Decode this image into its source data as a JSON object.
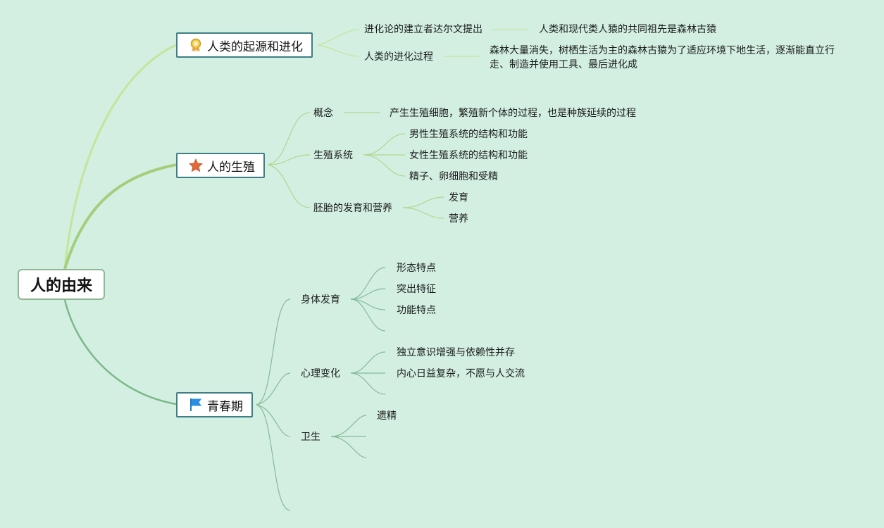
{
  "root": {
    "label": "人的由来"
  },
  "branches": {
    "origin": {
      "label": "人类的起源和进化",
      "icon": "award-medal-icon",
      "topic1": {
        "label": "进化论的建立者达尔文提出",
        "detail": "人类和现代类人猿的共同祖先是森林古猿"
      },
      "topic2": {
        "label": "人类的进化过程",
        "detail": "森林大量消失，树栖生活为主的森林古猿为了适应环境下地生活，逐渐能直立行走、制造并使用工具、最后进化成"
      }
    },
    "reproduction": {
      "label": "人的生殖",
      "icon": "star-icon",
      "concept": {
        "label": "概念",
        "detail": "产生生殖细胞，繁殖新个体的过程，也是种族延续的过程"
      },
      "system": {
        "label": "生殖系统",
        "items": [
          "男性生殖系统的结构和功能",
          "女性生殖系统的结构和功能",
          "精子、卵细胞和受精"
        ]
      },
      "embryo": {
        "label": "胚胎的发育和营养",
        "items": [
          "发育",
          "营养"
        ]
      }
    },
    "puberty": {
      "label": "青春期",
      "icon": "flag-icon",
      "body": {
        "label": "身体发育",
        "items": [
          "形态特点",
          "突出特征",
          "功能特点"
        ]
      },
      "mind": {
        "label": "心理变化",
        "items": [
          "独立意识增强与依赖性并存",
          "内心日益复杂，不愿与人交流"
        ]
      },
      "hygiene": {
        "label": "卫生",
        "items": [
          "遗精"
        ]
      }
    }
  },
  "colors": {
    "background": "#d2efe2",
    "branch_origin": "#c5e59a",
    "branch_reproduction": "#a3cf7d",
    "branch_puberty": "#7db888",
    "topic_border": "#3d7f86"
  }
}
